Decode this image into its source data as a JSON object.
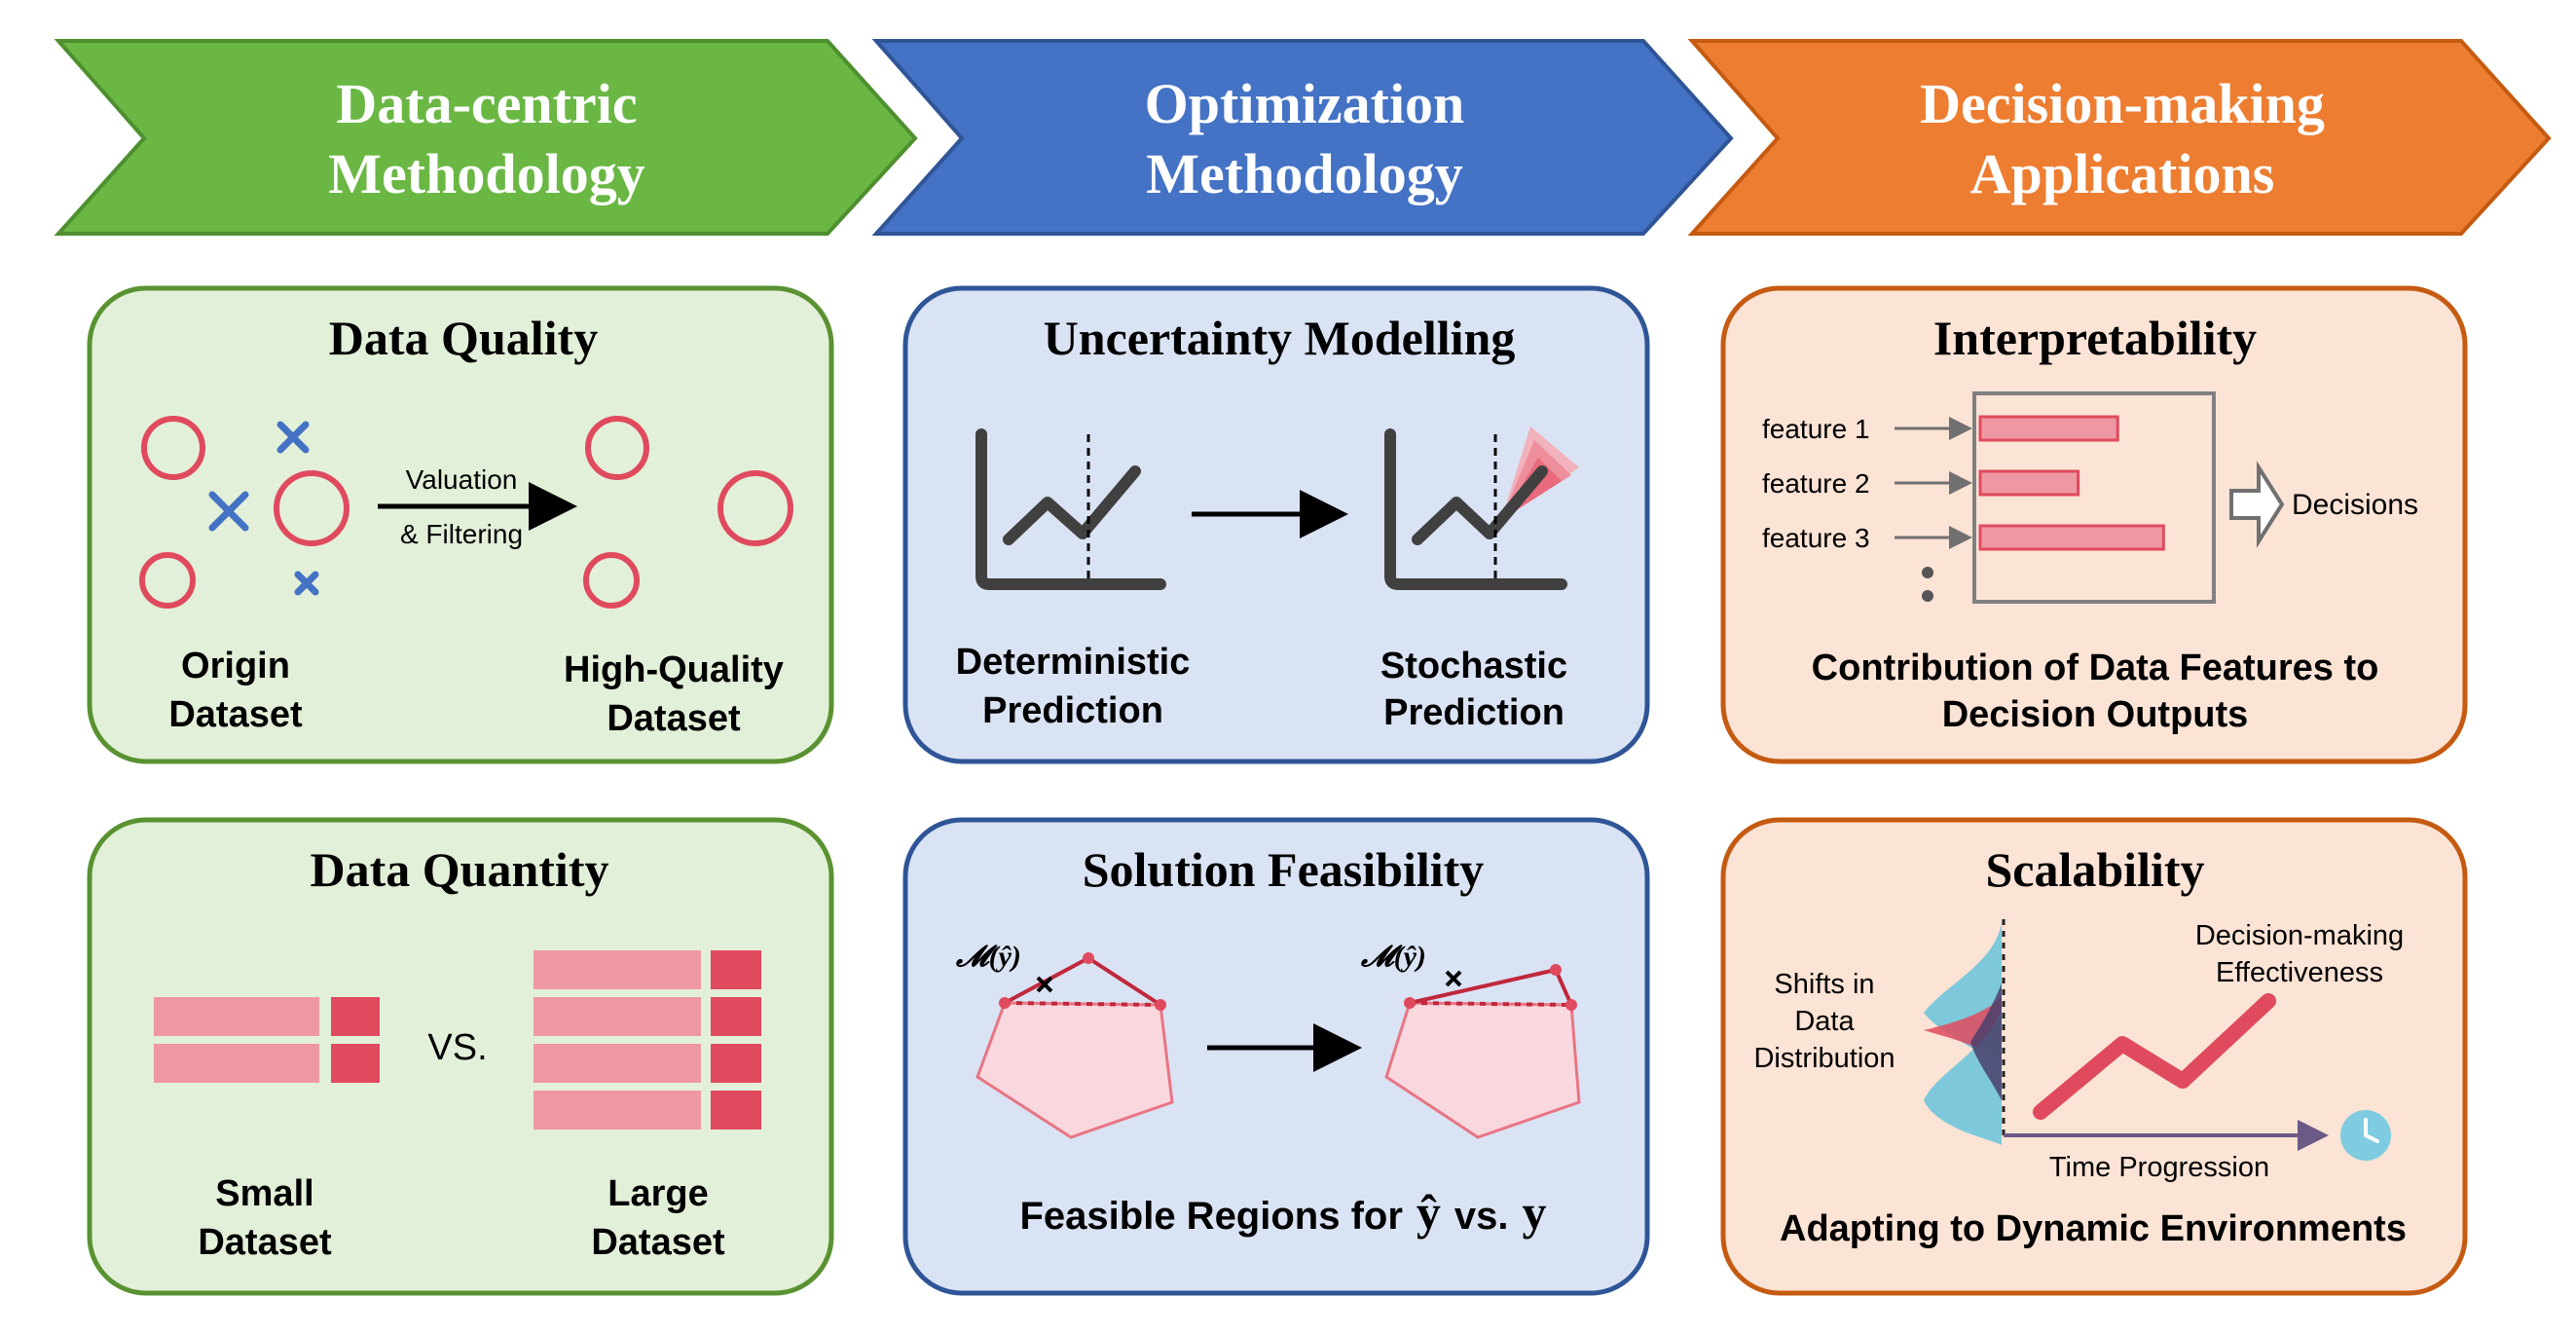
{
  "headers": {
    "col1": {
      "line1": "Data-centric",
      "line2": "Methodology"
    },
    "col2": {
      "line1": "Optimization",
      "line2": "Methodology"
    },
    "col3": {
      "line1": "Decision-making",
      "line2": "Applications"
    }
  },
  "colors": {
    "green_arrow": "#6ab744",
    "blue_arrow": "#4472c4",
    "orange_arrow": "#ed7d31",
    "green_panel": "#e3f0d9",
    "blue_panel": "#dae3f4",
    "orange_panel": "#fbe3d5",
    "pink": "#e87583",
    "red": "#e04a5e",
    "dark_red": "#c0283c",
    "blue_cross": "#4472c4",
    "teal": "#59bed6"
  },
  "data_quality": {
    "title": "Data Quality",
    "arrow_label_1": "Valuation",
    "arrow_label_2": "& Filtering",
    "left_label_1": "Origin",
    "left_label_2": "Dataset",
    "right_label_1": "High-Quality",
    "right_label_2": "Dataset"
  },
  "data_quantity": {
    "title": "Data Quantity",
    "vs": "VS.",
    "left_label_1": "Small",
    "left_label_2": "Dataset",
    "right_label_1": "Large",
    "right_label_2": "Dataset"
  },
  "uncertainty": {
    "title": "Uncertainty Modelling",
    "left_label_1": "Deterministic",
    "left_label_2": "Prediction",
    "right_label_1": "Stochastic",
    "right_label_2": "Prediction"
  },
  "feasibility": {
    "title": "Solution Feasibility",
    "m_label": "𝓜(ŷ)",
    "caption_prefix": "Feasible Regions for",
    "y_hat": "ŷ",
    "vs": "vs.",
    "y": "y"
  },
  "interpretability": {
    "title": "Interpretability",
    "features": [
      {
        "label": "feature 1",
        "value": 0.66
      },
      {
        "label": "feature 2",
        "value": 0.47
      },
      {
        "label": "feature 3",
        "value": 0.88
      }
    ],
    "decisions": "Decisions",
    "caption_1": "Contribution of Data Features to",
    "caption_2": "Decision Outputs"
  },
  "scalability": {
    "title": "Scalability",
    "shift_1": "Shifts in",
    "shift_2": "Data",
    "shift_3": "Distribution",
    "eff_1": "Decision-making",
    "eff_2": "Effectiveness",
    "time": "Time Progression",
    "caption": "Adapting to Dynamic Environments",
    "clock_icon": "clock-icon"
  }
}
